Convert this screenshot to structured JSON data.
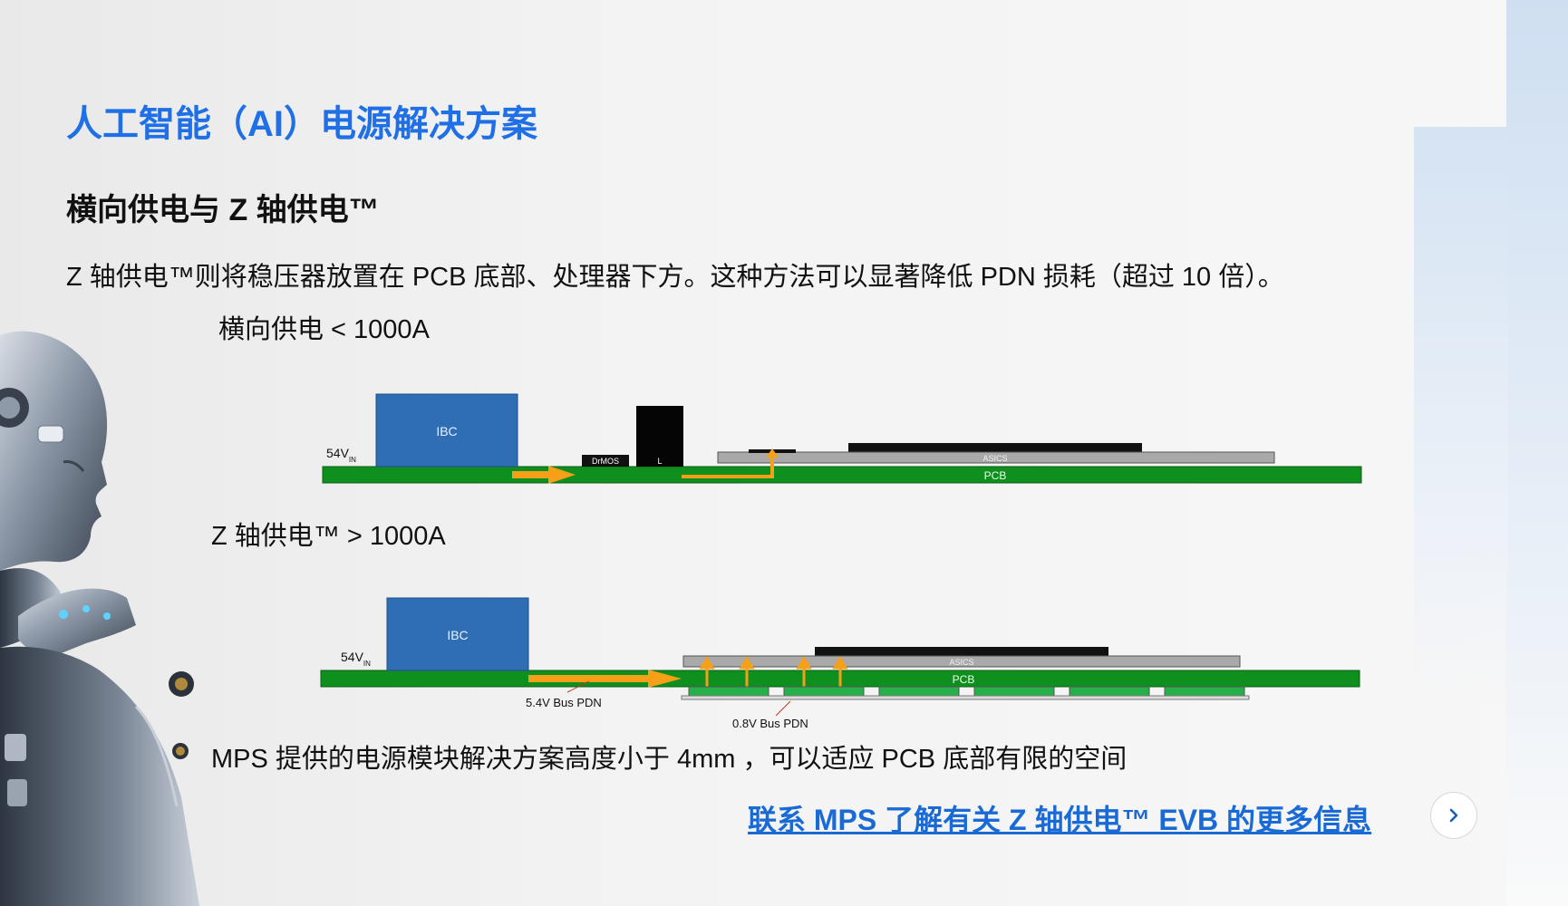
{
  "page": {
    "title": "人工智能（AI）电源解决方案",
    "section_title": "横向供电与 Z 轴供电™",
    "intro": "Z 轴供电™则将稳压器放置在 PCB 底部、处理器下方。这种方法可以显著降低 PDN 损耗（超过 10 倍）。"
  },
  "lateral": {
    "label": "横向供电 < 1000A",
    "input_voltage": "54V",
    "input_sub": "IN",
    "ibc": "IBC",
    "drmos": "DrMOS",
    "inductor": "L",
    "asics": "ASICS",
    "pcb": "PCB"
  },
  "z_axis": {
    "label": "Z 轴供电™ > 1000A",
    "input_voltage": "54V",
    "input_sub": "IN",
    "ibc": "IBC",
    "asics": "ASICS",
    "pcb": "PCB",
    "bus_54": "5.4V Bus PDN",
    "bus_08": "0.8V Bus PDN"
  },
  "bullet": "MPS 提供的电源模块解决方案高度小于 4mm ，可以适应 PCB 底部有限的空间",
  "cta": {
    "link_text": "联系 MPS 了解有关 Z 轴供电™ EVB 的更多信息",
    "button_icon": "chevron-right-icon"
  },
  "colors": {
    "title_blue": "#1f6fe6",
    "link_blue": "#1a6ad6",
    "pcb_green": "#0e8f1e",
    "ibc_blue": "#2f6db5",
    "arrow_orange": "#f6a01a"
  }
}
